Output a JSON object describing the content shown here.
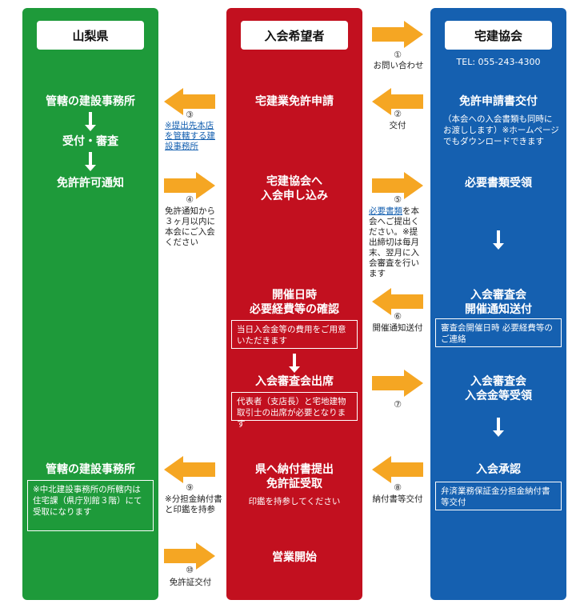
{
  "columns": {
    "prefecture": {
      "title": "山梨県",
      "color": "#1e9a3a"
    },
    "applicant": {
      "title": "入会希望者",
      "color": "#c2101f"
    },
    "association": {
      "title": "宅建協会",
      "color": "#1560b0",
      "tel": "TEL: 055-243-4300"
    }
  },
  "green": {
    "office1": "管轄の建設事務所",
    "accept": "受付・審査",
    "permit": "免許許可通知",
    "office2": "管轄の建設事務所",
    "office2_note": "※中北建設事務所の所轄内は住宅課（県庁別館３階）にて受取になります"
  },
  "red": {
    "apply": "宅建業免許申請",
    "join1": "宅建協会へ",
    "join2": "入会申し込み",
    "confirm1": "開催日時",
    "confirm2": "必要経費等の確認",
    "confirm_note": "当日入会金等の費用をご用意いただきます",
    "attend": "入会審査会出席",
    "attend_note": "代表者（支店長）と宅地建物取引士の出席が必要となります",
    "submit1": "県へ納付書提出",
    "submit2": "免許証受取",
    "submit_note": "印鑑を持参してください",
    "start": "営業開始"
  },
  "blue": {
    "issue": "免許申請書交付",
    "issue_note": "（本会への入会書類も同時にお渡しします）※ホームページでもダウンロードできます",
    "receive": "必要書類受領",
    "notice1": "入会審査会",
    "notice2": "開催通知送付",
    "notice_note": "審査会開催日時 必要経費等のご連絡",
    "fee1": "入会審査会",
    "fee2": "入会金等受領",
    "approve": "入会承認",
    "approve_note": "弁済業務保証金分担金納付書等交付"
  },
  "steps": {
    "s1": {
      "num": "①",
      "label": "お問い合わせ"
    },
    "s2": {
      "num": "②",
      "label": "交付"
    },
    "s3": {
      "num": "③",
      "label_link": "※提出先本店を管轄する建設事務所"
    },
    "s4": {
      "num": "④",
      "label": "免許通知から３ヶ月以内に本会にご入会ください"
    },
    "s5": {
      "num": "⑤",
      "label_link": "必要書類",
      "label_rest": "を本会へご提出ください。※提出締切は毎月末、翌月に入会審査を行います"
    },
    "s6": {
      "num": "⑥",
      "label": "開催通知送付"
    },
    "s7": {
      "num": "⑦"
    },
    "s8": {
      "num": "⑧",
      "label": "納付書等交付"
    },
    "s9": {
      "num": "⑨",
      "label": "※分担金納付書と印鑑を持参"
    },
    "s10": {
      "num": "⑩",
      "label": "免許証交付"
    }
  },
  "arrow_color": "#f5a623"
}
